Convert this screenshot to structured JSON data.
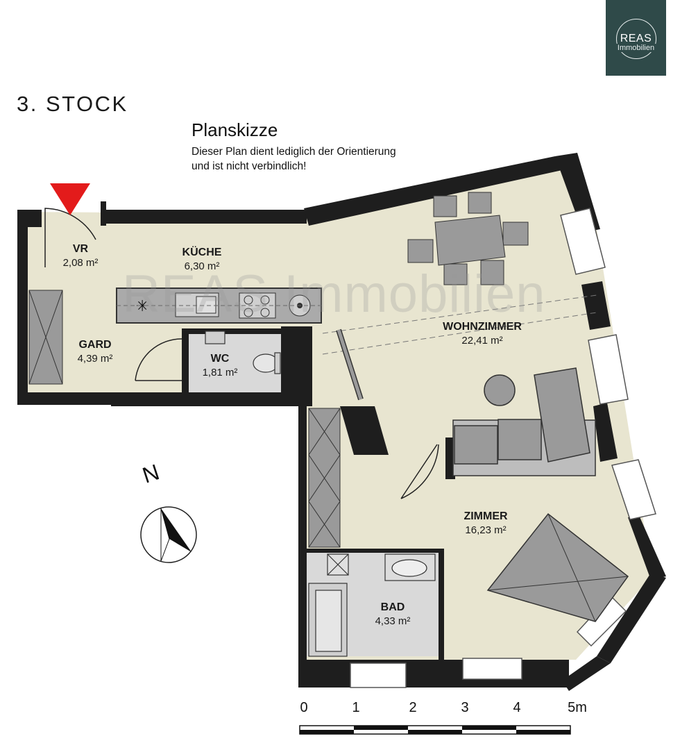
{
  "brand": {
    "name": "REAS",
    "sub": "Immobilien",
    "color": "#2f4a49"
  },
  "floor_label": "3. STOCK",
  "plan_title": "Planskizze",
  "disclaimer": [
    "Dieser Plan dient lediglich der Orientierung",
    "und ist nicht verbindlich!"
  ],
  "watermark": "REAS Immobilien",
  "rooms": [
    {
      "id": "vr",
      "name": "VR",
      "area": "2,08 m²"
    },
    {
      "id": "kueche",
      "name": "KÜCHE",
      "area": "6,30 m²"
    },
    {
      "id": "gard",
      "name": "GARD",
      "area": "4,39 m²"
    },
    {
      "id": "wc",
      "name": "WC",
      "area": "1,81 m²"
    },
    {
      "id": "wohnzimmer",
      "name": "WOHNZIMMER",
      "area": "22,41 m²"
    },
    {
      "id": "zimmer",
      "name": "ZIMMER",
      "area": "16,23 m²"
    },
    {
      "id": "bad",
      "name": "BAD",
      "area": "4,33 m²"
    }
  ],
  "compass": {
    "label": "N",
    "icon": "compass-icon"
  },
  "scale": {
    "labels": [
      "0",
      "1",
      "2",
      "3",
      "4",
      "5m"
    ]
  },
  "colors": {
    "wall": "#1e1e1e",
    "living_floor": "#e8e5d0",
    "wet_floor": "#d9d9d9",
    "furniture": "#9a9a9a",
    "entrance_marker": "#e31b1b"
  }
}
